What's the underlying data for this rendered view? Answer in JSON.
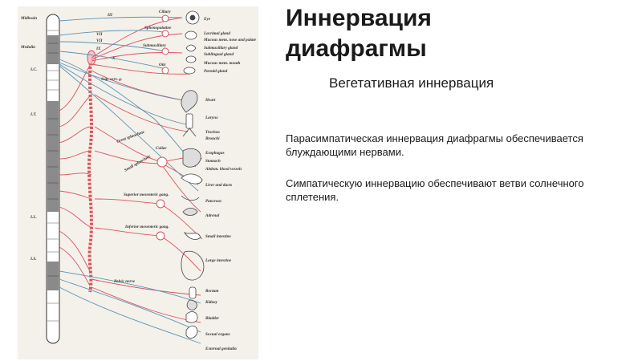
{
  "slide": {
    "title_line1": "Иннервация",
    "title_line2": "диафрагмы",
    "subtitle": "Вегетативная иннервация",
    "paragraph1": "Парасимпатическая иннервация диафрагмы обеспечивается блуждающими нервами.",
    "paragraph2": "Симпатическую иннервацию обеспечивают ветви солнечного сплетения."
  },
  "figure": {
    "cord_labels": [
      "Midbrain",
      "Medulla",
      "I.C.",
      "I.T.",
      "I.L.",
      "I.S."
    ],
    "nerve_labels": [
      "III",
      "VII",
      "VII",
      "IX",
      "X"
    ],
    "ganglion_labels": [
      "Ciliary",
      "Sphenopalatine",
      "Submaxillary",
      "Otic",
      "Sup. cerv. g.",
      "Great splanchnic",
      "Small splanchnic",
      "Coliac",
      "Superior mesenteric gang.",
      "Inferior mesenteric gang.",
      "Pelvic nerve"
    ],
    "organ_labels": [
      "Eye",
      "Lacrimal gland",
      "Mucous mem. nose and palate",
      "Submaxillary gland",
      "Sublingual gland",
      "Mucous mem. mouth",
      "Parotid gland",
      "Heart",
      "Larynx",
      "Trachea",
      "Bronchi",
      "Esophagus",
      "Stomach",
      "Abdom. blood vessels",
      "Liver and ducts",
      "Pancreas",
      "Adrenal",
      "Small intestine",
      "Large intestine",
      "Rectum",
      "Kidney",
      "Bladder",
      "Sexual organs",
      "External genitalia"
    ],
    "colors": {
      "sympathetic": "#d9535f",
      "parasympathetic": "#5b93b8",
      "cord_dark": "#8a8a8a",
      "background": "#f4f1ea"
    }
  }
}
